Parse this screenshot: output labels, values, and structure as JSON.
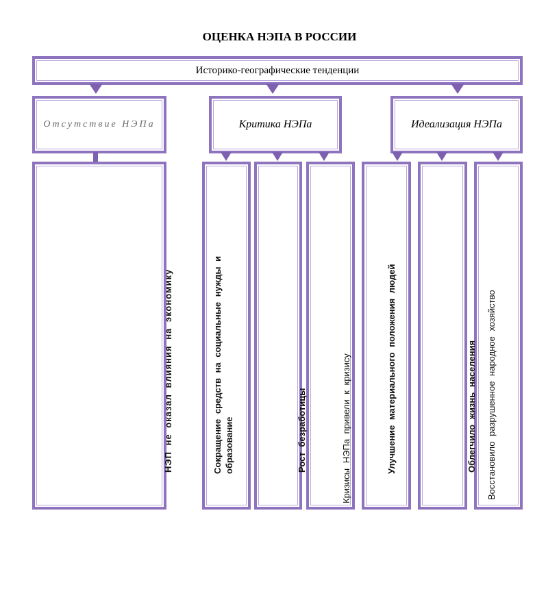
{
  "title": "ОЦЕНКА НЭПА В РОССИИ",
  "top_box": "Историко-географические тенденции",
  "categories": [
    {
      "label": "Отсутствие НЭПа"
    },
    {
      "label": "Критика НЭПа"
    },
    {
      "label": "Идеализация НЭПа"
    }
  ],
  "items": [
    "НЭП не оказал влияния на экономику",
    "Сокращение средств на социальные нужды и образование",
    "Рост безработицы",
    "Кризисы НЭПа привели к кризису",
    "Улучшение материального положения людей",
    "Облегчило жизнь населения",
    "Восстановило разрушенное народное хозяйство"
  ],
  "colors": {
    "border": "#8e73be",
    "arrow": "#7e60b0"
  }
}
